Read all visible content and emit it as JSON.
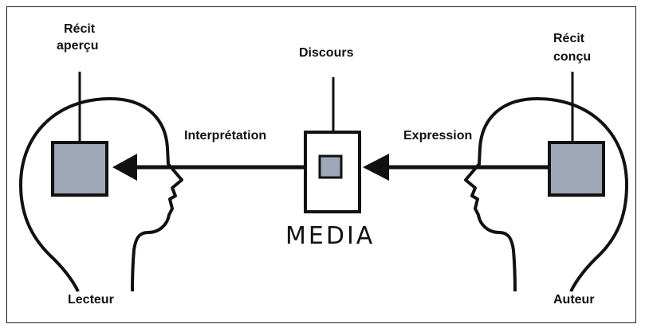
{
  "labels": {
    "left_top_line1": "Récit",
    "left_top_line2": "aperçu",
    "center_top": "Discours",
    "right_top_line1": "Récit",
    "right_top_line2": "conçu",
    "left_arrow": "Interprétation",
    "right_arrow": "Expression",
    "media": "MEDIA",
    "left_bottom": "Lecteur",
    "right_bottom": "Auteur"
  },
  "colors": {
    "box_fill": "#9ea6b8",
    "stroke": "#111111"
  }
}
